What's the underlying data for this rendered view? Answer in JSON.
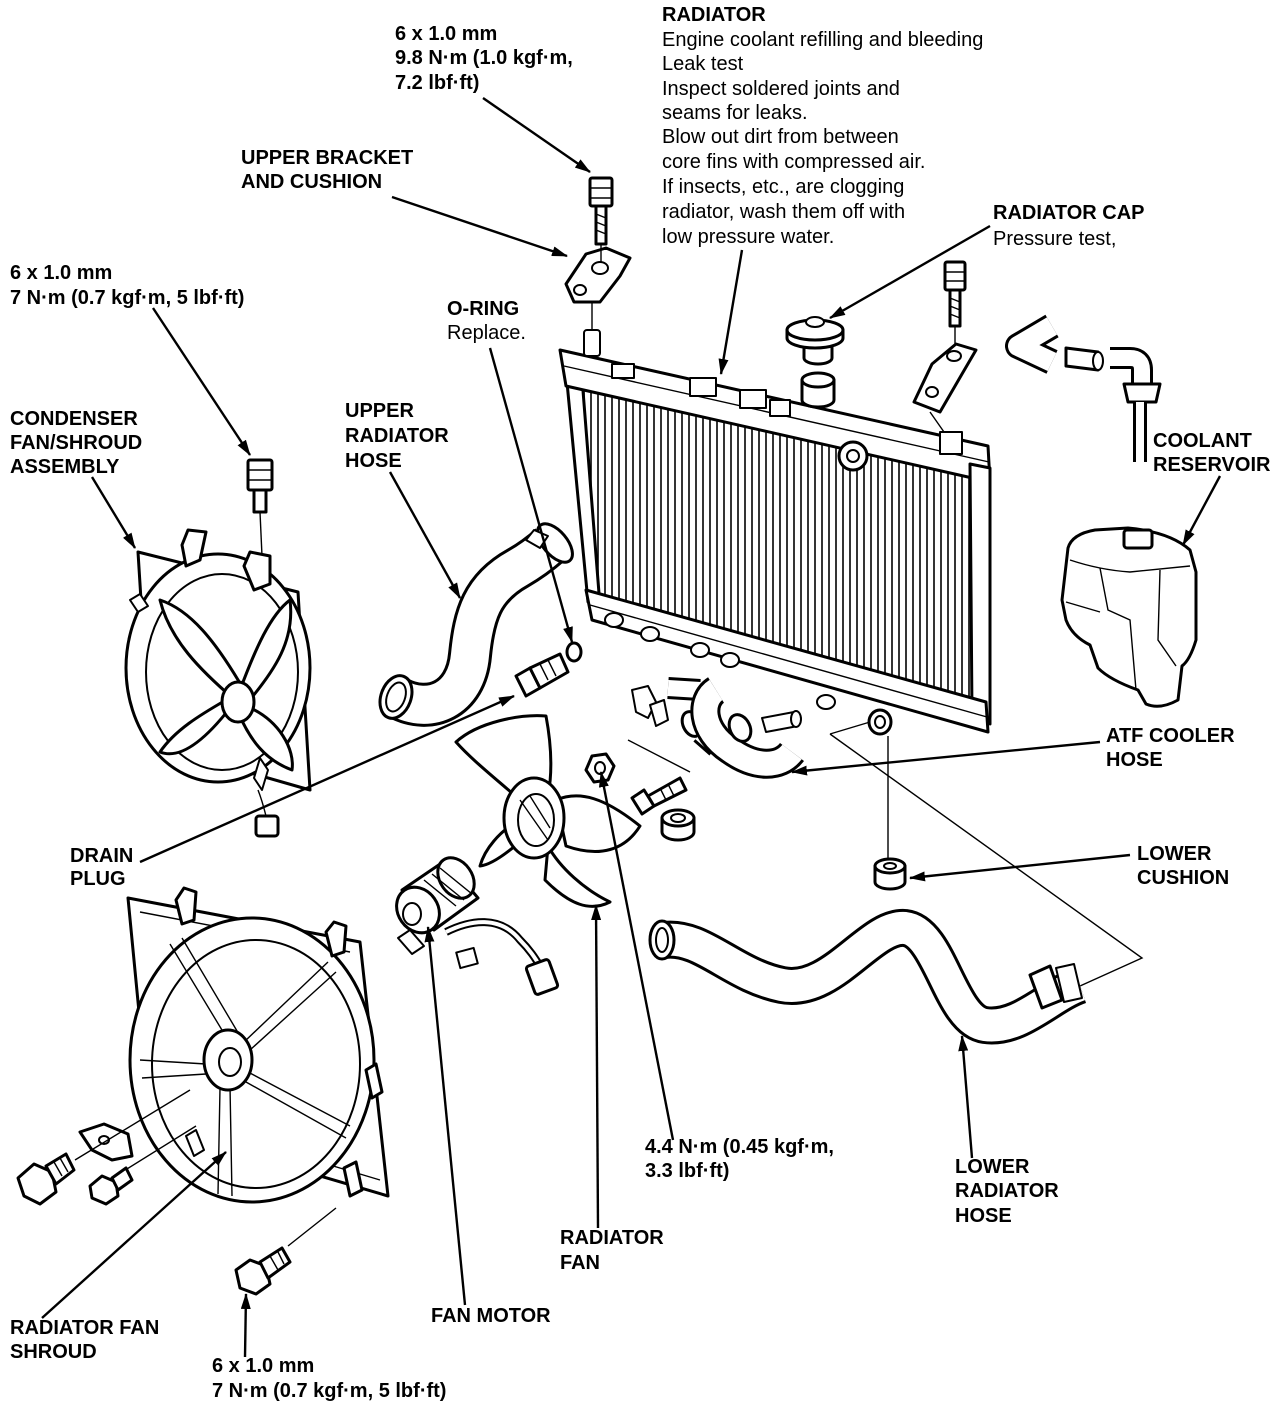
{
  "labels": {
    "top_bolt_torque": [
      "6 x 1.0 mm",
      "9.8 N·m (1.0 kgf·m,",
      "7.2 lbf·ft)"
    ],
    "radiator": {
      "title": "RADIATOR",
      "notes": [
        "Engine coolant refilling and bleeding",
        "Leak test",
        "Inspect soldered joints and",
        "seams for leaks.",
        "Blow out dirt from between",
        "core fins with compressed air.",
        "If insects, etc., are clogging",
        "radiator, wash them off with",
        "low pressure water."
      ]
    },
    "upper_bracket": [
      "UPPER BRACKET",
      "AND CUSHION"
    ],
    "radiator_cap": {
      "title": "RADIATOR CAP",
      "note": "Pressure test,"
    },
    "condenser_bolt_torque": [
      "6 x 1.0 mm",
      "7 N·m (0.7 kgf·m, 5 lbf·ft)"
    ],
    "o_ring": {
      "title": "O-RING",
      "note": "Replace."
    },
    "upper_radiator_hose": [
      "UPPER",
      "RADIATOR",
      "HOSE"
    ],
    "condenser_assembly": [
      "CONDENSER",
      "FAN/SHROUD",
      "ASSEMBLY"
    ],
    "coolant_reservoir": [
      "COOLANT",
      "RESERVOIR"
    ],
    "atf_cooler_hose": [
      "ATF COOLER",
      "HOSE"
    ],
    "drain_plug": [
      "DRAIN",
      "PLUG"
    ],
    "lower_cushion": [
      "LOWER",
      "CUSHION"
    ],
    "fan_nut_torque": [
      "4.4 N·m (0.45 kgf·m,",
      "3.3 lbf·ft)"
    ],
    "lower_radiator_hose": [
      "LOWER",
      "RADIATOR",
      "HOSE"
    ],
    "radiator_fan": [
      "RADIATOR",
      "FAN"
    ],
    "fan_motor": "FAN MOTOR",
    "radiator_fan_shroud": [
      "RADIATOR FAN",
      "SHROUD"
    ],
    "shroud_bolt_torque": [
      "6 x 1.0 mm",
      "7 N·m (0.7 kgf·m, 5 lbf·ft)"
    ]
  }
}
